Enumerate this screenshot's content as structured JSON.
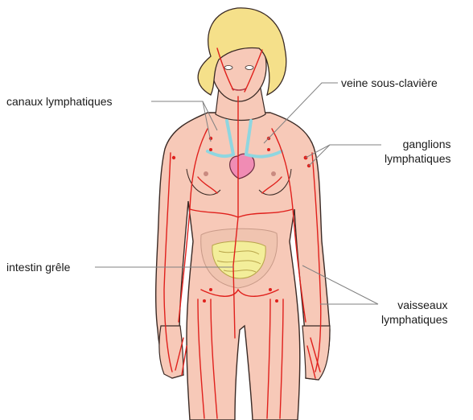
{
  "labels": {
    "canaux_lymphatiques": "canaux lymphatiques",
    "veine_sous_claviere": "veine sous-clavière",
    "ganglions_line1": "ganglions",
    "ganglions_line2": "lymphatiques",
    "intestin_grele": "intestin grêle",
    "vaisseaux_line1": "vaisseaux",
    "vaisseaux_line2": "lymphatiques"
  },
  "colors": {
    "skin": "#f7c9b8",
    "skin_outline": "#3a2a25",
    "hair": "#f5e08a",
    "lymph_vessels": "#e0201c",
    "heart": "#f08cb4",
    "subclavian_vein": "#8fd6e0",
    "intestine": "#f3ee9a",
    "leader_line": "#808080"
  }
}
